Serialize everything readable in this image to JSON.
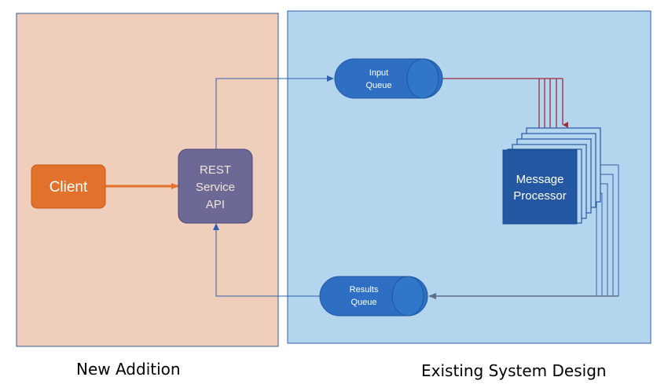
{
  "regions": {
    "new_addition": "New Addition",
    "existing_system": "Existing System Design"
  },
  "nodes": {
    "client": "Client",
    "rest_api": [
      "REST",
      "Service",
      "API"
    ],
    "input_queue": [
      "Input",
      "Queue"
    ],
    "results_queue": [
      "Results",
      "Queue"
    ],
    "message_processor": [
      "Message",
      "Processor"
    ]
  },
  "colors": {
    "new_region_fill": "#efcfbb",
    "existing_region_fill": "#b4d5ee",
    "client_fill": "#e2712b",
    "api_fill": "#6c6997",
    "queue_fill": "#2e6fc4",
    "processor_fill": "#2458a3",
    "red_arrow": "#a22b3d",
    "blue_line": "#2f5fae"
  }
}
